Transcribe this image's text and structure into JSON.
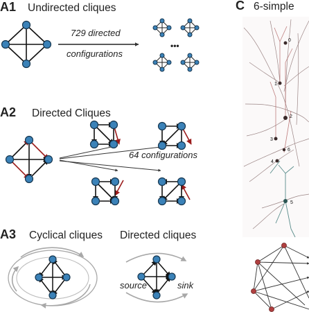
{
  "panels": {
    "a1": {
      "id": "A1",
      "title": "Undirected cliques",
      "arrow_text_line1": "729 directed",
      "arrow_text_line2": "configurations",
      "ellipsis": "•••"
    },
    "a2": {
      "id": "A2",
      "title": "Directed Cliques",
      "fan_text": "64 configurations"
    },
    "a3": {
      "id": "A3",
      "title_left": "Cyclical cliques",
      "title_right": "Directed cliques",
      "source_label": "source",
      "sink_label": "sink"
    },
    "c": {
      "id": "C",
      "title": "6-simple",
      "neuron_numbers": [
        "0",
        "1",
        "2",
        "3",
        "4",
        "5",
        "6"
      ]
    }
  },
  "colors": {
    "node_fill": "#3b82b8",
    "node_stroke": "#16364f",
    "edge": "#111111",
    "reciprocal_edge": "#9b1c1c",
    "cycle_arrow": "#a8a8a8",
    "neuron_ink": "#7a5a5a",
    "neuron_red": "#b06060",
    "neuron_teal": "#3d7a78",
    "simplex_node": "#b04040"
  }
}
